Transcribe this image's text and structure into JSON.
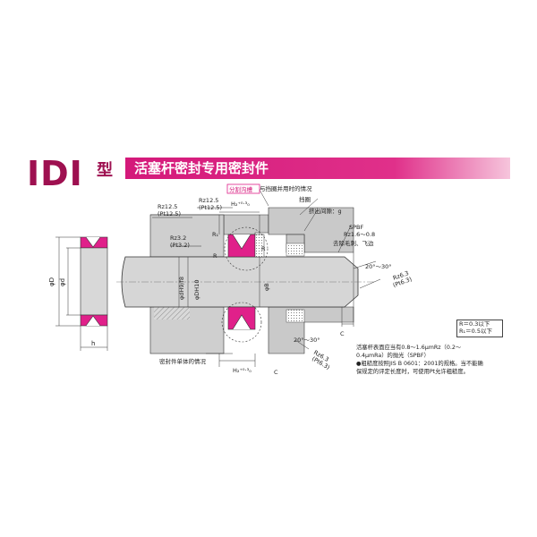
{
  "header": {
    "logo": "IDI",
    "type_mark": "型",
    "title": "活塞杆密封专用密封件"
  },
  "labels": {
    "split_groove": "分割沟槽",
    "ring_with_retainer": "与挡圈并用时的情况",
    "retainer": "挡圈",
    "extrusion_gap": "挤出间隙：g",
    "spbf": "SPBF",
    "rz16_08": "Rz1.6～0.8",
    "deburr": "去除毛刺、飞边",
    "rz125": "Rz12.5",
    "pt125": "(Pt12.5)",
    "rz125b": "Rz12.5",
    "pt125b": "(Pt12.5)",
    "rz32": "Rz3.2",
    "pt32": "(Pt3.2)",
    "r1": "R₁",
    "r": "R",
    "r_b": "R",
    "h_dim_top": "H₂⁺⁰·³₀",
    "h_dim_bottom": "H₂⁺⁰·³₀",
    "phi_dh9": "φdH9/f8",
    "phi_dh10": "φDH10",
    "phi_b": "φB",
    "angle_top": "20°～30°",
    "angle_bottom": "20°～30°",
    "rz63_top": "Rz6.3",
    "pt63_top": "(Pt6.3)",
    "rz63_bot": "Rz6.3",
    "pt63_bot": "(Pt6.3)",
    "c_top": "C",
    "c_bottom": "C",
    "single_seal": "密封件单体的情况",
    "phi_big_d": "φD",
    "phi_small_d": "φd",
    "h_small": "h"
  },
  "r_note": {
    "line1": "R＝0.3以下",
    "line2": "R₁＝0.5以下"
  },
  "spec_notes": {
    "line1": "活塞杆表面应当有0.8～1.6μmRz（0.2～",
    "line2": "0.4μmRa）的抛光（SPBF）",
    "line3": "●粗糙度按照JIS B 0601：2001的规格。当不能确",
    "line4": "保规定的评定长度时，可使用Pt允许粗糙度。"
  },
  "colors": {
    "brand": "#9e1050",
    "banner": "#d4197a",
    "seal": "#e0208a",
    "metal": "#c9c9c9",
    "rod": "#d6d6d6"
  }
}
